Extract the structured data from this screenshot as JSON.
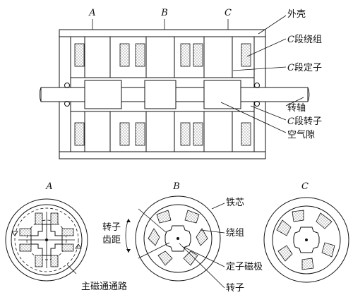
{
  "top_view": {
    "section_labels": [
      "A",
      "B",
      "C"
    ],
    "callouts": {
      "housing": "外壳",
      "c_winding_prefix": "C",
      "c_winding_suffix": "段绕组",
      "c_stator_prefix": "C",
      "c_stator_suffix": "段定子",
      "shaft": "转轴",
      "c_rotor_prefix": "C",
      "c_rotor_suffix": "段转子",
      "air_gap": "空气隙"
    }
  },
  "cross_sections": {
    "labels": [
      "A",
      "B",
      "C"
    ],
    "callouts": {
      "rotor_pitch_line1": "转子",
      "rotor_pitch_line2": "齿距",
      "main_flux_path": "主磁通通路",
      "iron_core": "铁芯",
      "winding": "绕组",
      "stator_pole": "定子磁极",
      "rotor": "转子"
    }
  }
}
